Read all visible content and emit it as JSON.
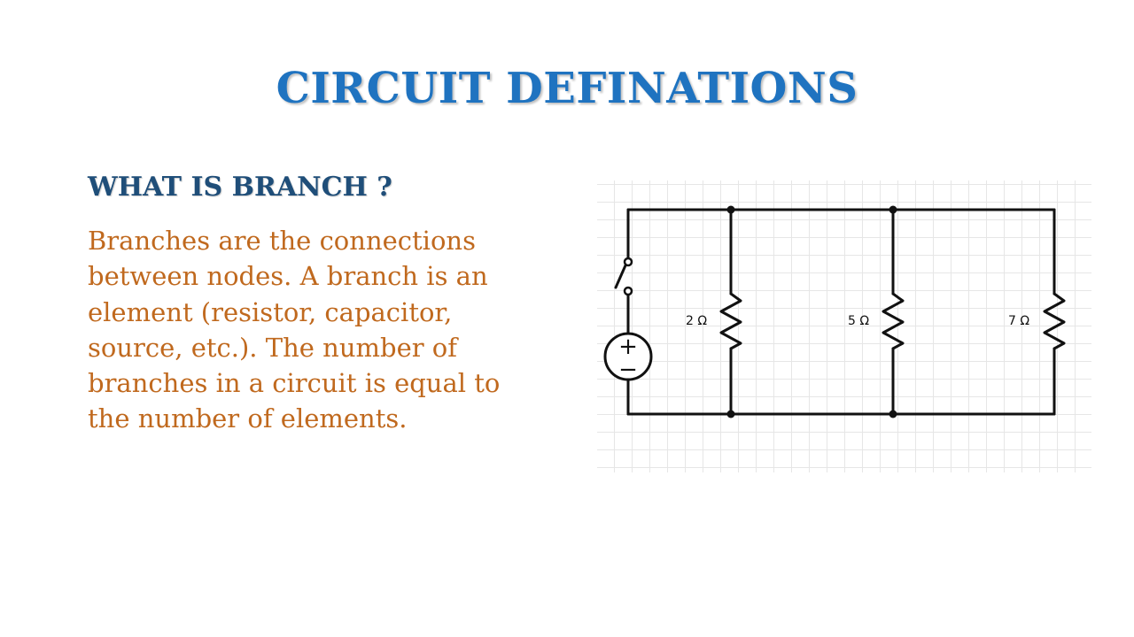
{
  "slide": {
    "title": "CIRCUIT DEFINATIONS",
    "heading": "WHAT IS BRANCH ?",
    "body": "Branches are the connections between nodes. A branch is an element (resistor, capacitor, source, etc.). The number of branches in a circuit is equal to the number of elements."
  },
  "colors": {
    "title": "#1f73c0",
    "heading": "#1f4e79",
    "body": "#c0691e",
    "wire": "#111111"
  },
  "diagram": {
    "source": {
      "plus": "+",
      "minus": "−"
    },
    "resistors": [
      {
        "label": "2 Ω"
      },
      {
        "label": "5 Ω"
      },
      {
        "label": "7 Ω"
      }
    ]
  }
}
